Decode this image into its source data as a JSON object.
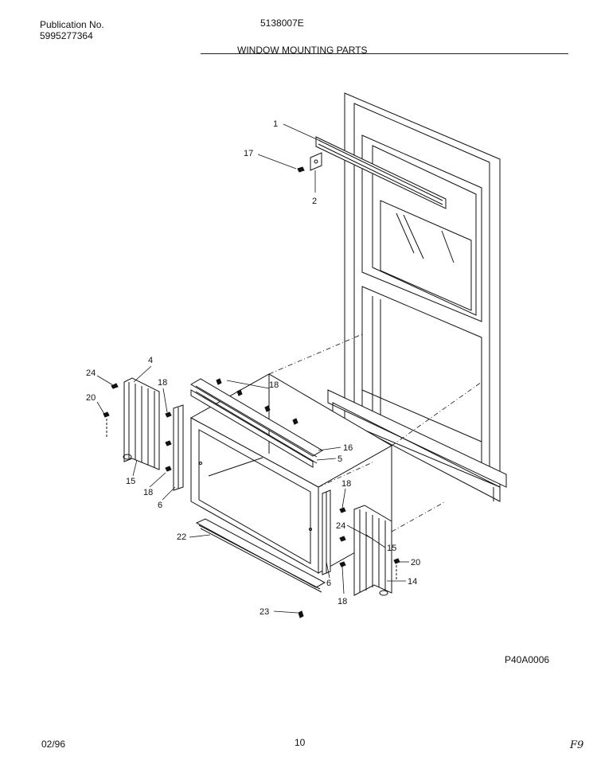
{
  "header": {
    "publication_label": "Publication No.",
    "publication_number": "5995277364",
    "model_number": "5138007E",
    "section_title": "WINDOW MOUNTING PARTS"
  },
  "diagram": {
    "code": "P40A0006",
    "callouts": [
      "1",
      "17",
      "2",
      "4",
      "24",
      "18",
      "20",
      "18",
      "16",
      "5",
      "15",
      "18",
      "6",
      "18",
      "22",
      "24",
      "15",
      "20",
      "6",
      "14",
      "18",
      "23"
    ]
  },
  "footer": {
    "date": "02/96",
    "page_number": "10",
    "corner_mark": "F9"
  }
}
